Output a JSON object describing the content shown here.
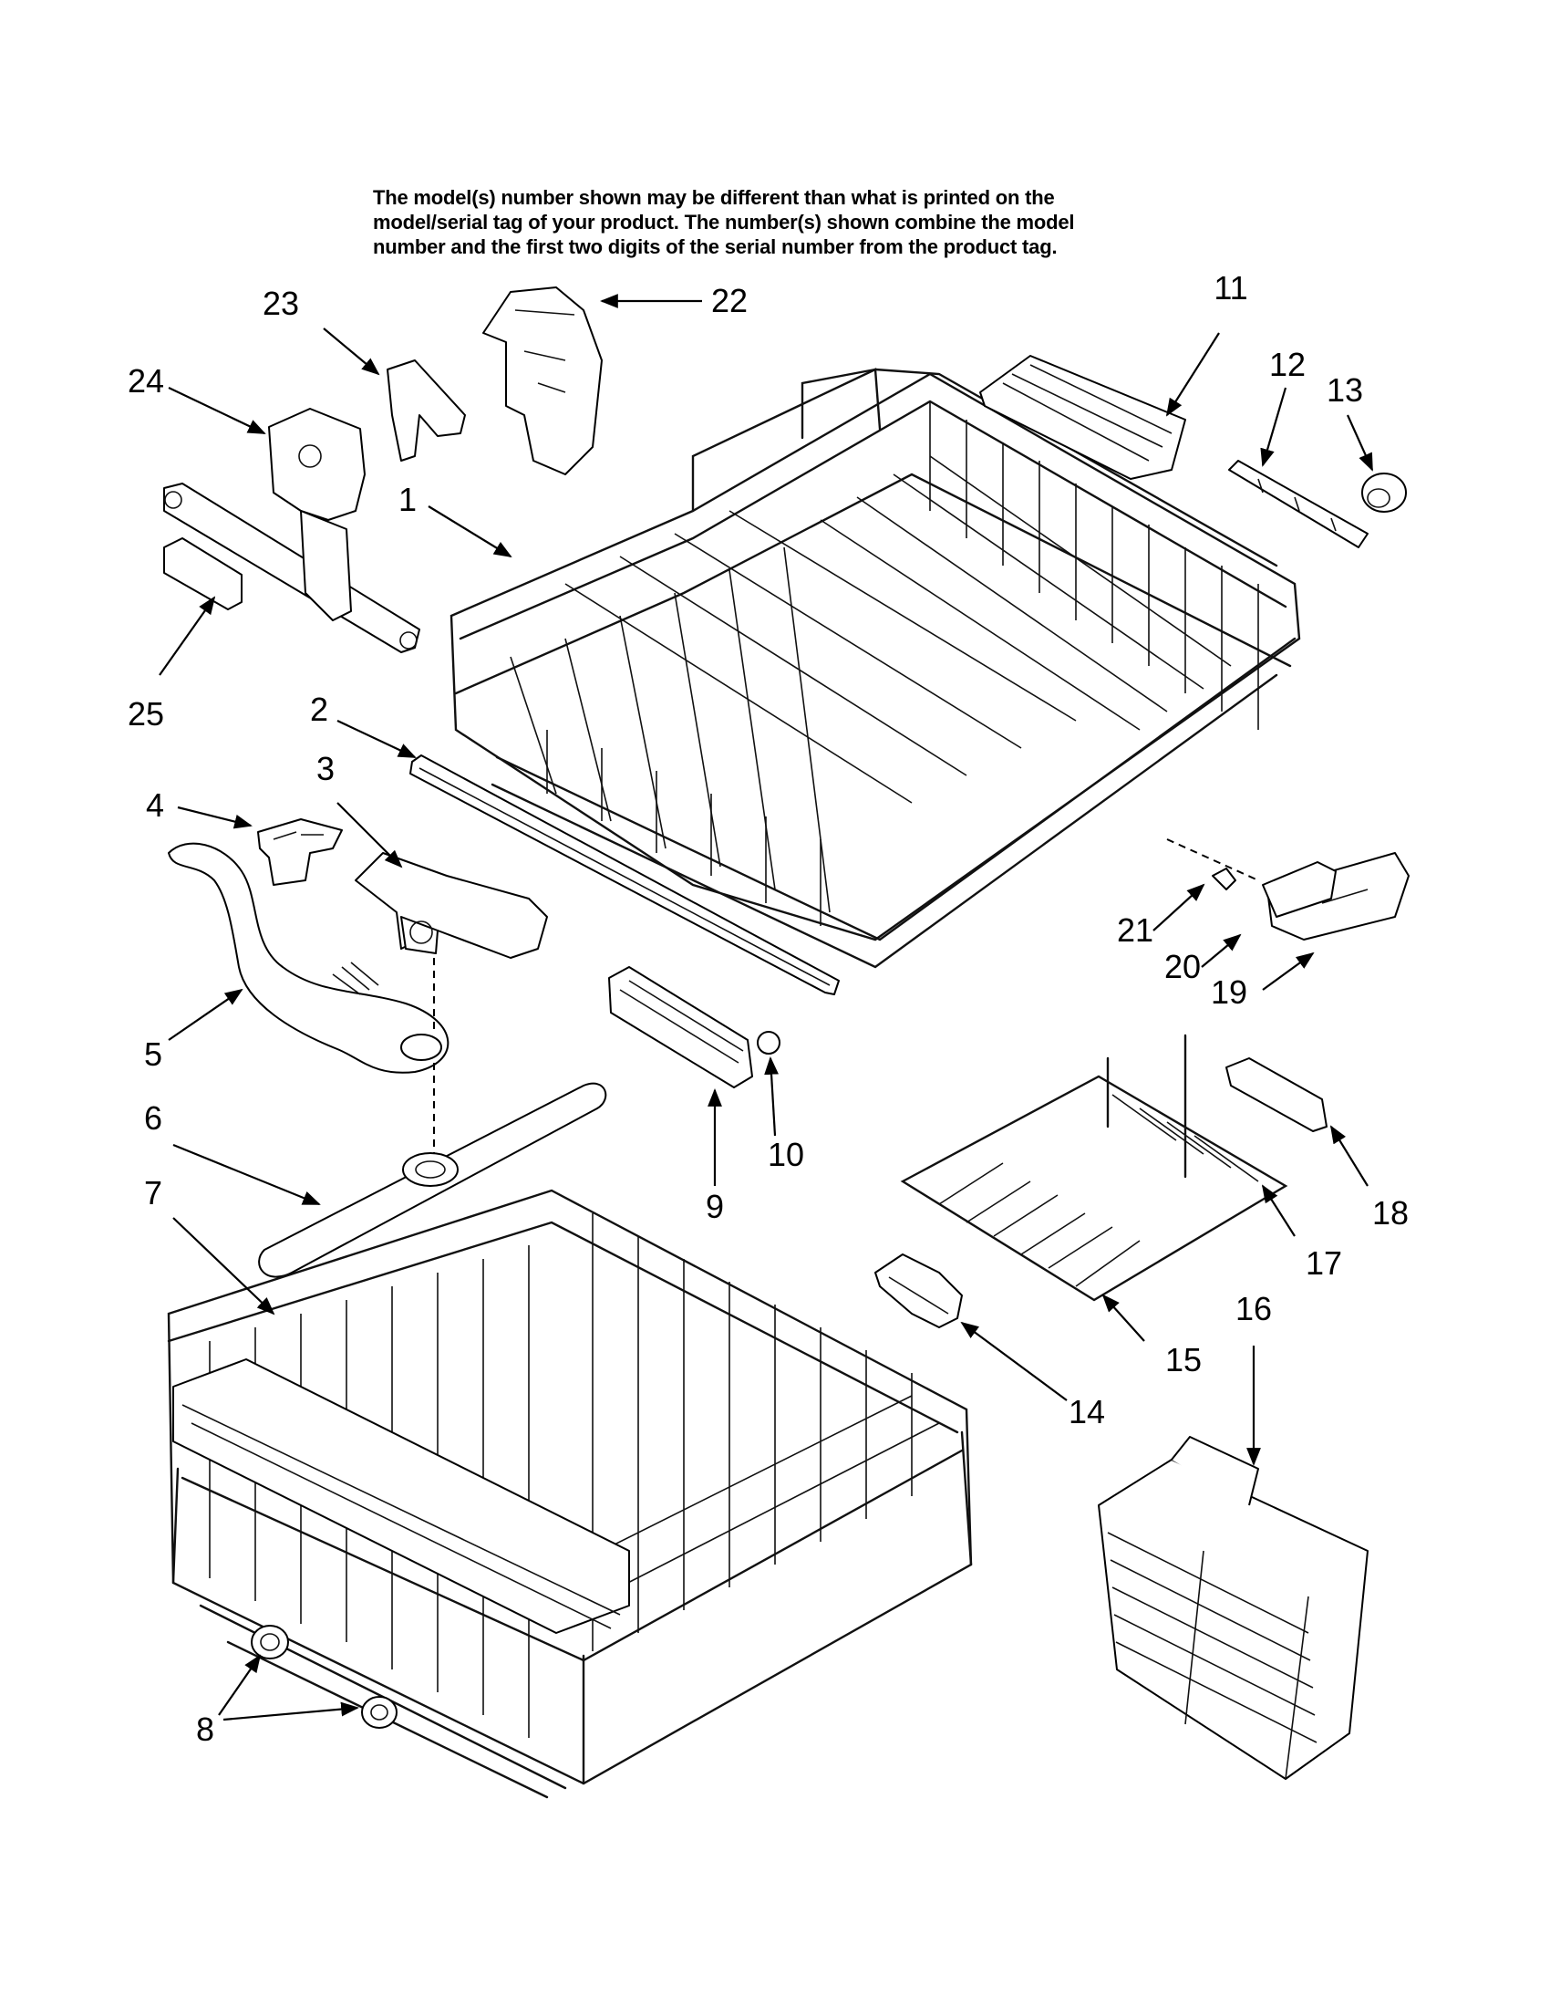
{
  "note_lines": [
    "The model(s) number shown may be different than what is printed on the",
    "model/serial tag of your product. The number(s) shown combine the model",
    "number and the first two digits of the serial number from the product tag."
  ],
  "callouts": [
    "1",
    "2",
    "3",
    "4",
    "5",
    "6",
    "7",
    "8",
    "9",
    "10",
    "11",
    "12",
    "13",
    "14",
    "15",
    "16",
    "17",
    "18",
    "19",
    "20",
    "21",
    "22",
    "23",
    "24",
    "25"
  ]
}
